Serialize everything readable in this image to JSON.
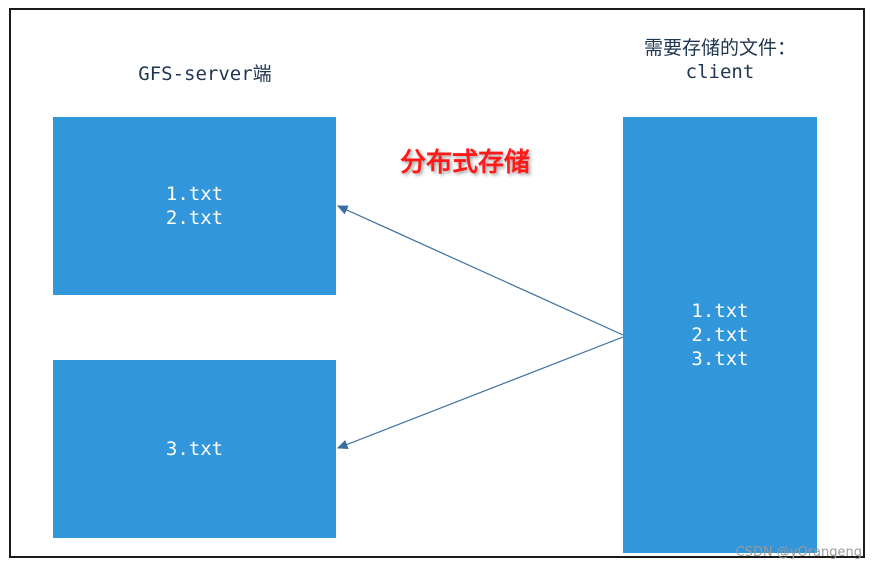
{
  "server": {
    "label": "GFS-server端",
    "box1": {
      "files": [
        "1.txt",
        "2.txt"
      ]
    },
    "box2": {
      "files": [
        "3.txt"
      ]
    }
  },
  "client": {
    "label_line1": "需要存储的文件：",
    "label_line2": "client",
    "files": [
      "1.txt",
      "2.txt",
      "3.txt"
    ]
  },
  "title": "分布式存储",
  "watermark": "CSDN @yOrangeng",
  "colors": {
    "box": "#3296da",
    "arrow": "#3a6f9f",
    "title": "#ff1a1a"
  }
}
